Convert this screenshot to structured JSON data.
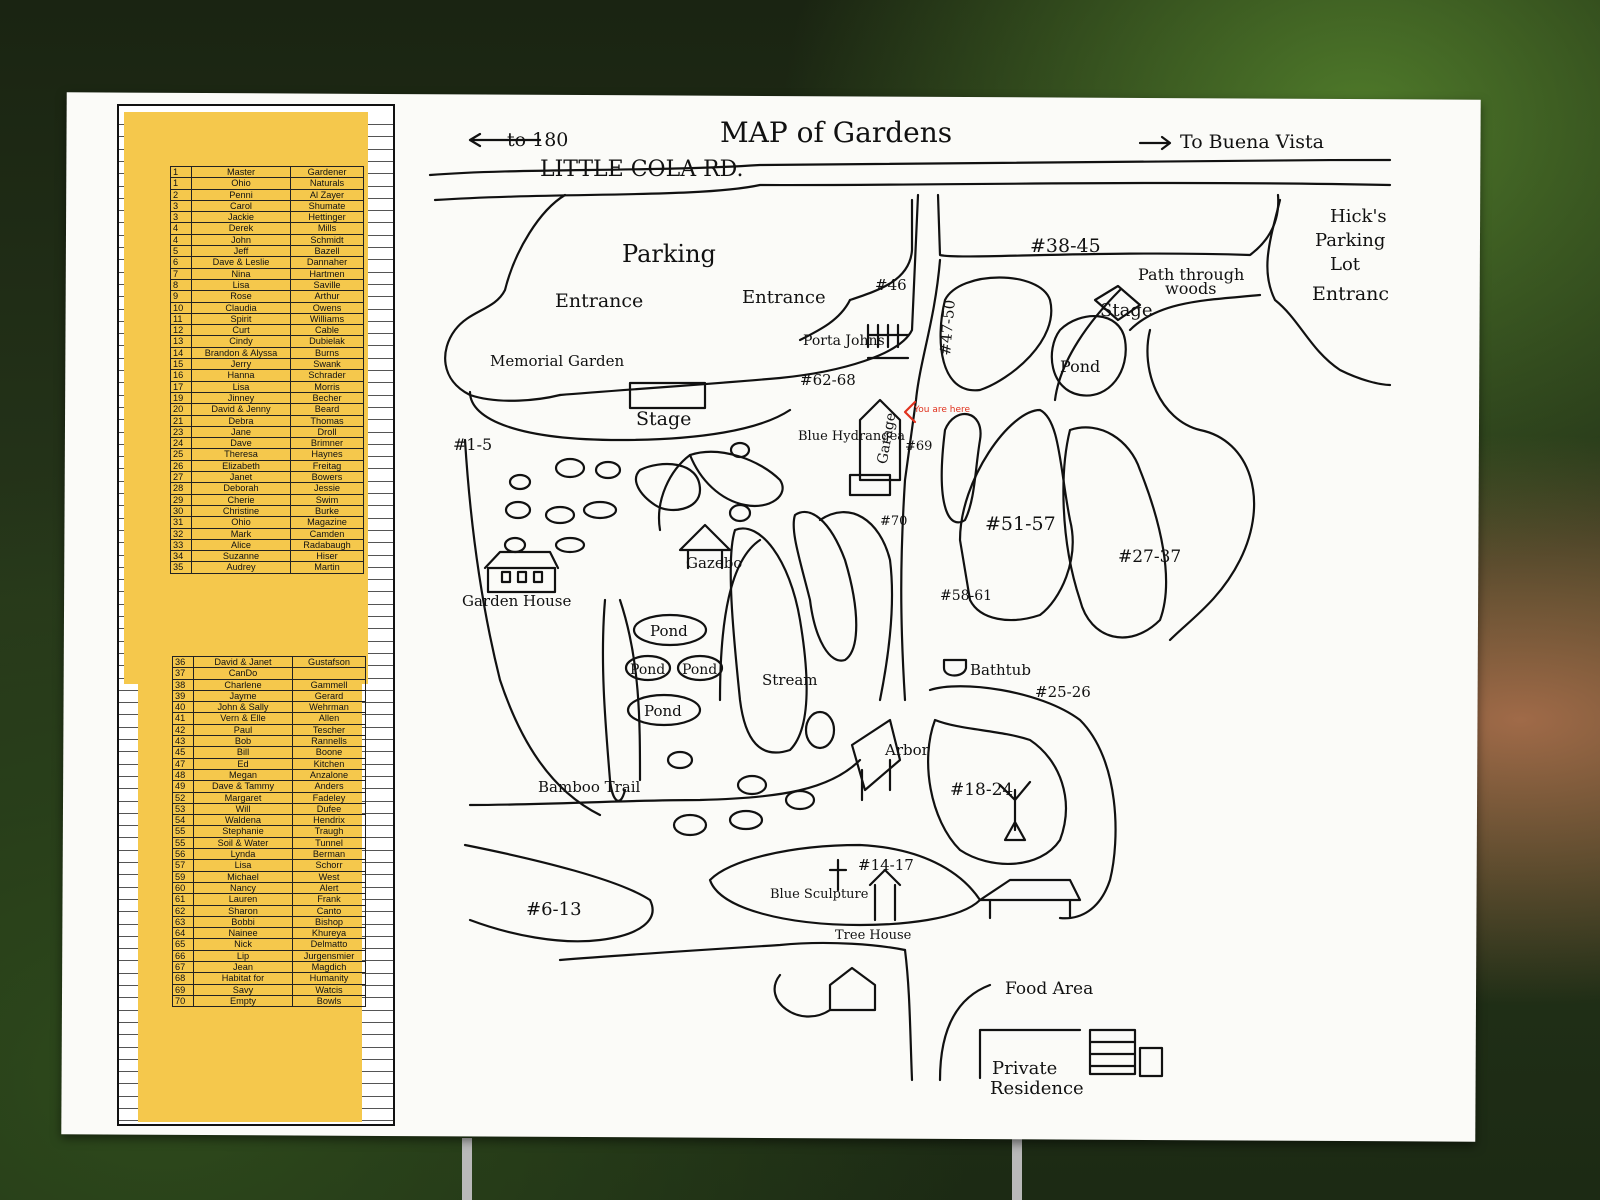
{
  "map": {
    "title": "MAP of Gardens",
    "road": "LITTLE COLA RD.",
    "dir_left": "to 180",
    "dir_right": "To Buena Vista",
    "labels": {
      "parking": "Parking",
      "entrance1": "Entrance",
      "entrance2": "Entrance",
      "entrance3": "Entranc",
      "memorial_garden": "Memorial Garden",
      "stage1": "Stage",
      "stage2": "Stage",
      "porta_johns": "Porta Johns",
      "hicks_parking_1": "Hick's",
      "hicks_parking_2": "Parking",
      "hicks_parking_3": "Lot",
      "path_woods_1": "Path through",
      "path_woods_2": "woods",
      "pond_top": "Pond",
      "blue_hydrangea": "Blue Hydrangea",
      "garage": "Garage",
      "you_are_here": "You are here",
      "garden_house": "Garden House",
      "gazebo": "Gazebo",
      "pond1": "Pond",
      "pond2": "Pond",
      "pond3": "Pond",
      "pond4": "Pond",
      "stream": "Stream",
      "bamboo_trail": "Bamboo Trail",
      "arbor": "Arbor",
      "bathtub": "Bathtub",
      "blue_sculpture": "Blue Sculpture",
      "tree_house": "Tree House",
      "food_area": "Food Area",
      "private_residence_1": "Private",
      "private_residence_2": "Residence"
    },
    "sections": {
      "s38_45": "#38-45",
      "s46": "#46",
      "s47_50": "#47-50",
      "s62_68": "#62-68",
      "s1_5": "#1-5",
      "s69": "#69",
      "s70": "#70",
      "s51_57": "#51-57",
      "s27_37": "#27-37",
      "s58_61": "#58-61",
      "s25_26": "#25-26",
      "s18_24": "#18-24",
      "s14_17": "#14-17",
      "s6_13": "#6-13"
    },
    "colors": {
      "ink": "#111111",
      "marker_red": "#e0321e",
      "sheet_yellow": "#f5c84c"
    }
  },
  "roster": {
    "header": {
      "num": "1",
      "first": "Master",
      "last": "Gardener"
    },
    "part1": [
      [
        "1",
        "Ohio",
        "Naturals"
      ],
      [
        "2",
        "Penni",
        "Al Zayer"
      ],
      [
        "3",
        "Carol",
        "Shumate"
      ],
      [
        "3",
        "Jackie",
        "Hettinger"
      ],
      [
        "4",
        "Derek",
        "Mills"
      ],
      [
        "4",
        "John",
        "Schmidt"
      ],
      [
        "5",
        "Jeff",
        "Bazell"
      ],
      [
        "6",
        "Dave & Leslie",
        "Dannaher"
      ],
      [
        "7",
        "Nina",
        "Hartmen"
      ],
      [
        "8",
        "Lisa",
        "Saville"
      ],
      [
        "9",
        "Rose",
        "Arthur"
      ],
      [
        "10",
        "Claudia",
        "Owens"
      ],
      [
        "11",
        "Spirit",
        "Williams"
      ],
      [
        "12",
        "Curt",
        "Cable"
      ],
      [
        "13",
        "Cindy",
        "Dubielak"
      ],
      [
        "14",
        "Brandon & Alyssa",
        "Burns"
      ],
      [
        "15",
        "Jerry",
        "Swank"
      ],
      [
        "16",
        "Hanna",
        "Schrader"
      ],
      [
        "17",
        "Lisa",
        "Morris"
      ],
      [
        "19",
        "Jinney",
        "Becher"
      ],
      [
        "20",
        "David & Jenny",
        "Beard"
      ],
      [
        "21",
        "Debra",
        "Thomas"
      ],
      [
        "23",
        "Jane",
        "Droll"
      ],
      [
        "24",
        "Dave",
        "Brimner"
      ],
      [
        "25",
        "Theresa",
        "Haynes"
      ],
      [
        "26",
        "Elizabeth",
        "Freitag"
      ],
      [
        "27",
        "Janet",
        "Bowers"
      ],
      [
        "28",
        "Deborah",
        "Jessie"
      ],
      [
        "29",
        "Cherie",
        "Swim"
      ],
      [
        "30",
        "Christine",
        "Burke"
      ],
      [
        "31",
        "Ohio",
        "Magazine"
      ],
      [
        "32",
        "Mark",
        "Camden"
      ],
      [
        "33",
        "Alice",
        "Radabaugh"
      ],
      [
        "34",
        "Suzanne",
        "Hiser"
      ],
      [
        "35",
        "Audrey",
        "Martin"
      ]
    ],
    "part2": [
      [
        "36",
        "David & Janet",
        "Gustafson"
      ],
      [
        "37",
        "CanDo",
        ""
      ],
      [
        "38",
        "Charlene",
        "Gammell"
      ],
      [
        "39",
        "Jayme",
        "Gerard"
      ],
      [
        "40",
        "John & Sally",
        "Wehrman"
      ],
      [
        "41",
        "Vern & Elle",
        "Allen"
      ],
      [
        "42",
        "Paul",
        "Tescher"
      ],
      [
        "43",
        "Bob",
        "Rannells"
      ],
      [
        "45",
        "Bill",
        "Boone"
      ],
      [
        "47",
        "Ed",
        "Kitchen"
      ],
      [
        "48",
        "Megan",
        "Anzalone"
      ],
      [
        "49",
        "Dave & Tammy",
        "Anders"
      ],
      [
        "52",
        "Margaret",
        "Fadeley"
      ],
      [
        "53",
        "Will",
        "Dufee"
      ],
      [
        "54",
        "Waldena",
        "Hendrix"
      ],
      [
        "55",
        "Stephanie",
        "Traugh"
      ],
      [
        "55",
        "Soil & Water",
        "Tunnel"
      ],
      [
        "56",
        "Lynda",
        "Berman"
      ],
      [
        "57",
        "Lisa",
        "Schorr"
      ],
      [
        "59",
        "Michael",
        "West"
      ],
      [
        "60",
        "Nancy",
        "Alert"
      ],
      [
        "61",
        "Lauren",
        "Frank"
      ],
      [
        "62",
        "Sharon",
        "Canto"
      ],
      [
        "63",
        "Bobbi",
        "Bishop"
      ],
      [
        "64",
        "Nainee",
        "Khureya"
      ],
      [
        "65",
        "Nick",
        "Delmatto"
      ],
      [
        "66",
        "Lip",
        "Jurgensmier"
      ],
      [
        "67",
        "Jean",
        "Magdich"
      ],
      [
        "68",
        "Habitat for",
        "Humanity"
      ],
      [
        "69",
        "Savy",
        "Watcis"
      ],
      [
        "70",
        "Empty",
        "Bowls"
      ]
    ]
  }
}
